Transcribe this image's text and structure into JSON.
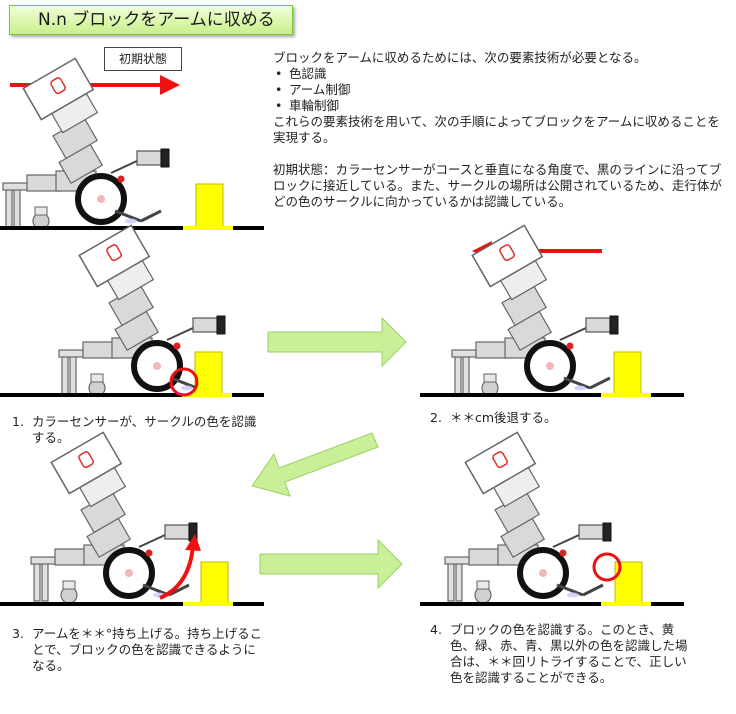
{
  "title": "N.n ブロックをアームに収める",
  "initial_state_label": "初期状態",
  "intro": {
    "lead": "ブロックをアームに収めるためには、次の要素技術が必要となる。",
    "techniques": [
      "色認識",
      "アーム制御",
      "車輪制御"
    ],
    "procedure_note": "これらの要素技術を用いて、次の手順によってブロックをアームに収めることを実現する。",
    "initial_state": "初期状態：カラーセンサーがコースと垂直になる角度で、黒のラインに沿ってブロックに接近している。また、サークルの場所は公開されているため、走行体がどの色のサークルに向かっているかは認識している。"
  },
  "steps": [
    {
      "number": "1.",
      "text": "カラーセンサーが、サークルの色を認識する。"
    },
    {
      "number": "2.",
      "text": "＊＊cm後退する。"
    },
    {
      "number": "3.",
      "text": "アームを＊＊°持ち上げる。持ち上げることで、ブロックの色を認識できるようになる。"
    },
    {
      "number": "4.",
      "text": "ブロックの色を認識する。このとき、黄色、緑、赤、青、黒以外の色を認識した場合は、＊＊回リトライすることで、正しい色を認識することができる。"
    }
  ],
  "colors": {
    "title_fill": "#c8ef8a",
    "flow_arrow": "#c9ef99",
    "motion_arrow": "#ee1111",
    "block_yellow": "#ffff00",
    "robot_gray": "#d9d9d9",
    "line_black": "#000000"
  }
}
